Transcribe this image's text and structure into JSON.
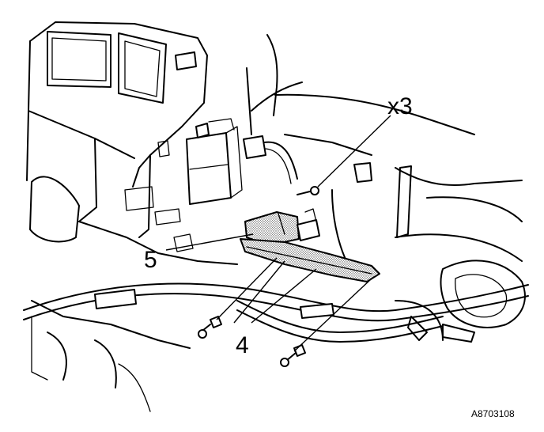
{
  "figure": {
    "reference_code": "A8703108"
  },
  "callouts": {
    "quantity": "x3",
    "bracket": "5",
    "part": "4"
  },
  "colors": {
    "line": "#000000",
    "stipple": "#555555",
    "background": "#ffffff"
  }
}
